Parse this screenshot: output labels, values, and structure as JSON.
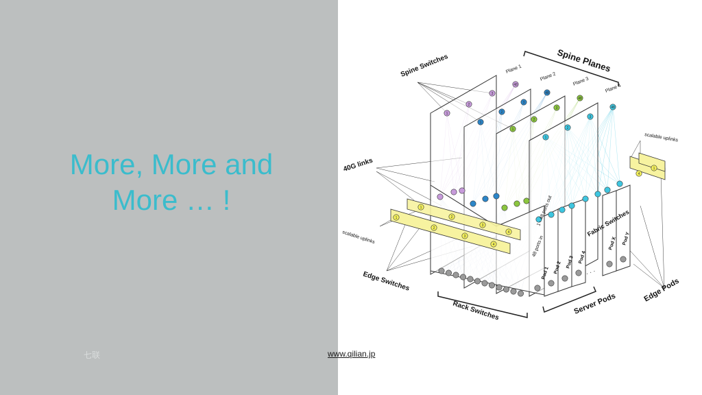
{
  "slide": {
    "title_line1": "More, More and",
    "title_line2": "More … !",
    "footer_left": "七联",
    "footer_url": "www.qilian.jp"
  },
  "colors": {
    "left_bg": "#bcbfbf",
    "title": "#3bbccc",
    "plane1": "#c79bdb",
    "plane2": "#2c86c9",
    "plane3": "#8cc63f",
    "plane4": "#3ec6e0",
    "edge": "#f3f05a",
    "rack": "#9a9a9a"
  },
  "diagram": {
    "spine_planes": "Spine Planes",
    "spine_switches": "Spine Switches",
    "plane1": "Plane 1",
    "plane2": "Plane 2",
    "plane3": "Plane 3",
    "plane4": "Plane 4",
    "links_40g": "40G links",
    "scalable_uplinks_left": "scalable uplinks",
    "scalable_uplinks_right": "scalable uplinks",
    "ports_out": "1 - 48 ports out",
    "ports_in": "48 ports in",
    "fabric_switches": "Fabric Switches",
    "edge_switches": "Edge Switches",
    "rack_switches": "Rack Switches",
    "server_pods": "Server Pods",
    "edge_pods": "Edge Pods",
    "pod1": "Pod 1",
    "pod2": "Pod 2",
    "pod3": "Pod 3",
    "pod4": "Pod 4",
    "podx": "Pod X",
    "pody": "Pod Y",
    "n1": "1",
    "n2": "2",
    "n3": "3",
    "n4": "4",
    "n48": "48",
    "dots": "· · ·"
  }
}
